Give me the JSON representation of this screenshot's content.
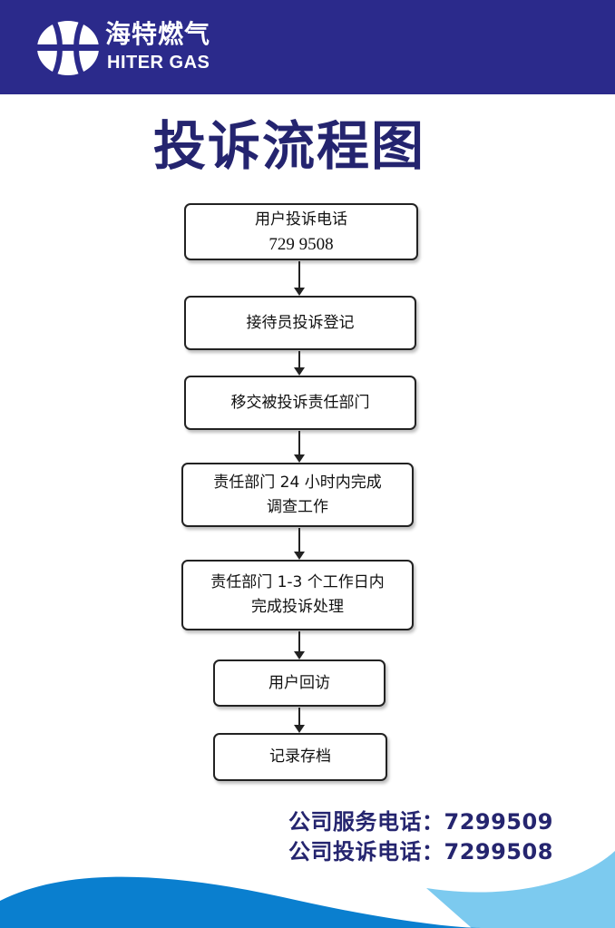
{
  "header": {
    "brand_cn": "海特燃气",
    "brand_en": "HITER GAS"
  },
  "title": "投诉流程图",
  "steps": [
    {
      "line1": "用户投诉电话",
      "line2": "729 9508"
    },
    {
      "line1": "接待员投诉登记",
      "line2": ""
    },
    {
      "line1": "移交被投诉责任部门",
      "line2": ""
    },
    {
      "line1": "责任部门 24 小时内完成",
      "line2": "调查工作"
    },
    {
      "line1": "责任部门 1-3 个工作日内",
      "line2": "完成投诉处理"
    },
    {
      "line1": "用户回访",
      "line2": ""
    },
    {
      "line1": "记录存档",
      "line2": ""
    }
  ],
  "footer": {
    "service_phone": "公司服务电话：7299509",
    "complaint_phone": "公司投诉电话：7299508"
  },
  "colors": {
    "header": "#2b2a8b",
    "title": "#24246f",
    "wave_dark": "#0a7fcf",
    "wave_light": "#7ccaef"
  }
}
